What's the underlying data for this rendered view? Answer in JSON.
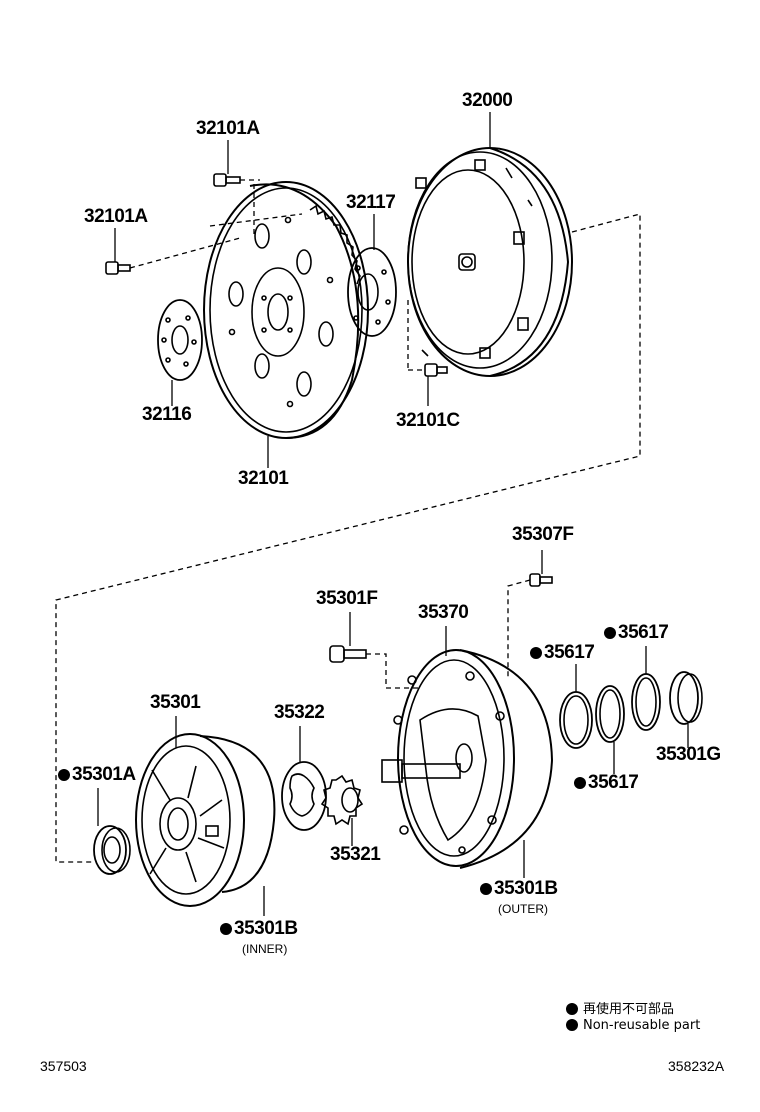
{
  "labels": {
    "p32000": "32000",
    "p32101A_top": "32101A",
    "p32101A_left": "32101A",
    "p32117": "32117",
    "p32116": "32116",
    "p32101": "32101",
    "p32101C": "32101C",
    "p35307F": "35307F",
    "p35301F": "35301F",
    "p35370": "35370",
    "p35617_a": "35617",
    "p35617_b": "35617",
    "p35617_c": "35617",
    "p35301G": "35301G",
    "p35301": "35301",
    "p35322": "35322",
    "p35301A": "35301A",
    "p35321": "35321",
    "p35301B_inner": "35301B",
    "p35301B_outer": "35301B",
    "inner_note": "(INNER)",
    "outer_note": "(OUTER)"
  },
  "legend": {
    "jp": "再使用不可部品",
    "en": "Non-reusable part"
  },
  "codes": {
    "left": "357503",
    "right": "358232A"
  }
}
